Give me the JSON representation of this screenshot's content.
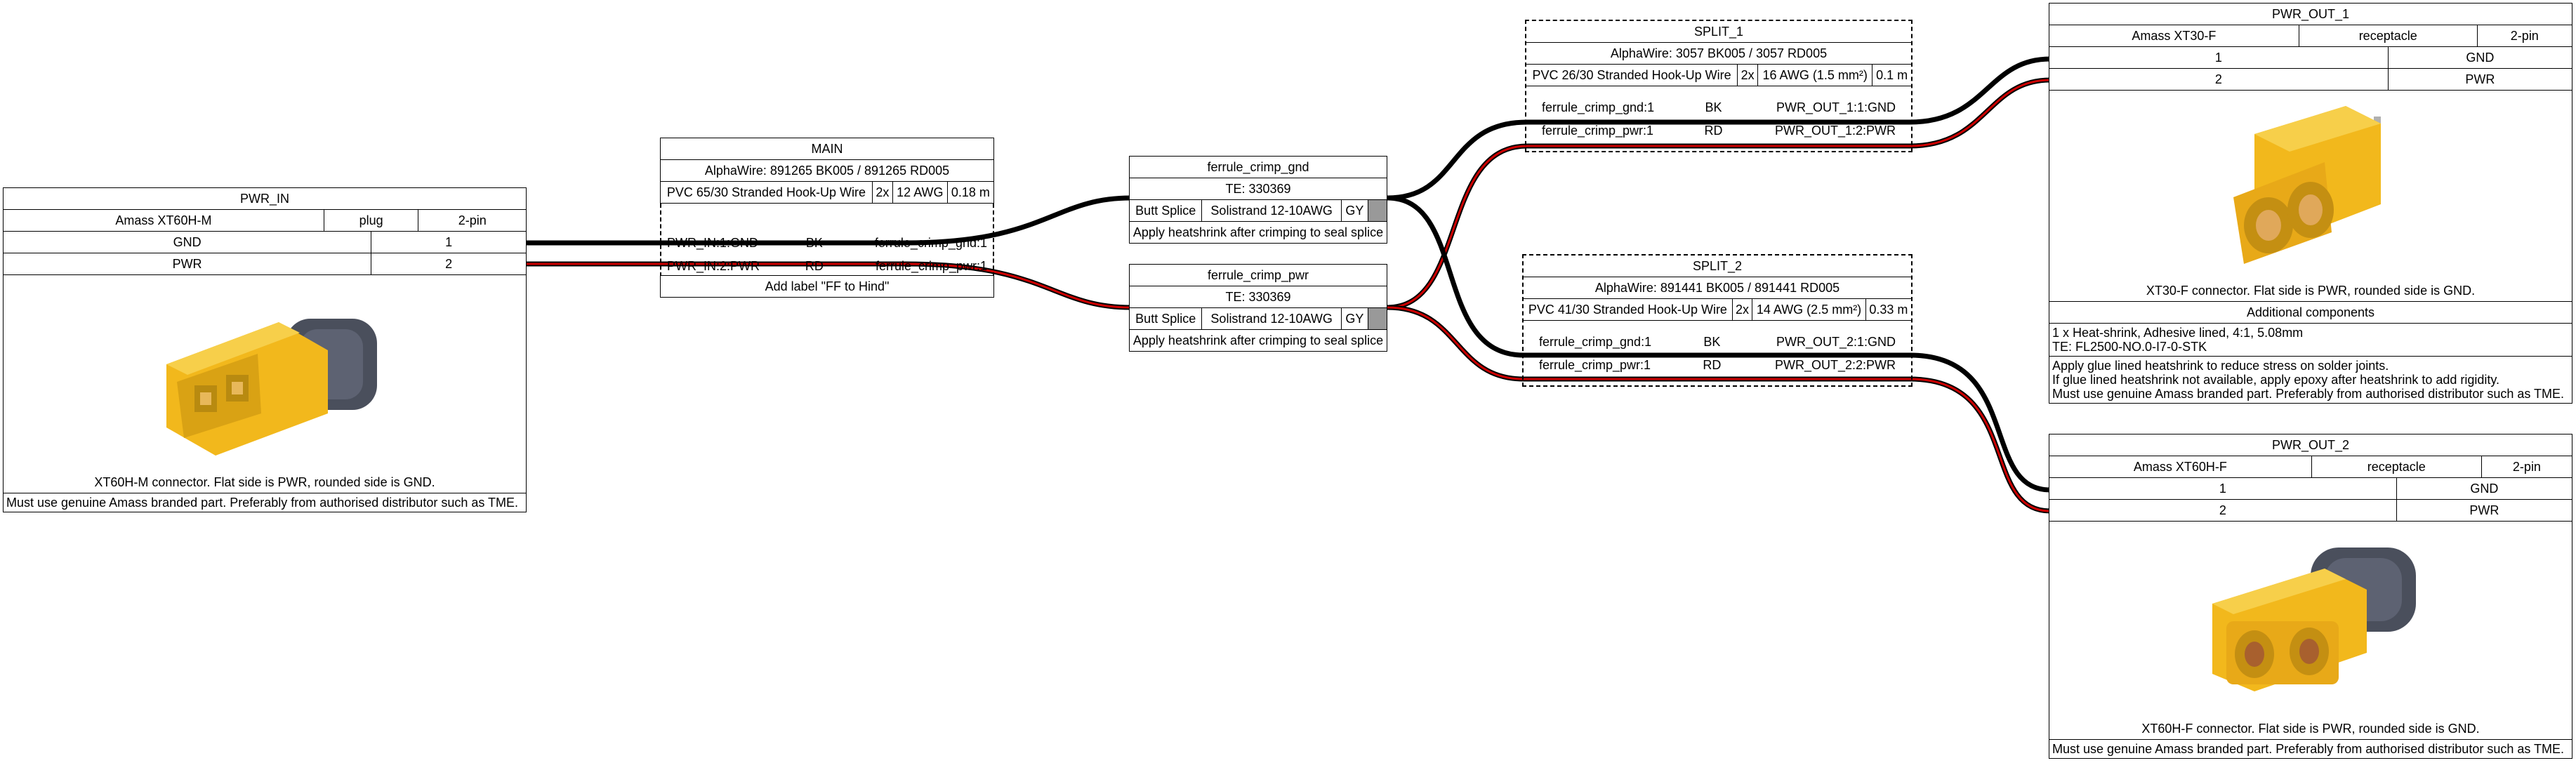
{
  "pwr_in": {
    "title": "PWR_IN",
    "part": "Amass XT60H-M",
    "type": "plug",
    "pins": "2-pin",
    "rows": [
      [
        "GND",
        "1"
      ],
      [
        "PWR",
        "2"
      ]
    ],
    "caption": "XT60H-M connector. Flat side is PWR, rounded side is GND.",
    "note": "Must use genuine Amass branded part. Preferably from authorised distributor such as TME."
  },
  "main": {
    "title": "MAIN",
    "mpn": "AlphaWire: 891265 BK005 / 891265 RD005",
    "spec": [
      "PVC 65/30 Stranded Hook-Up Wire",
      "2x",
      "12 AWG",
      "0.18 m"
    ],
    "wires": [
      [
        "PWR_IN:1:GND",
        "BK",
        "ferrule_crimp_gnd:1"
      ],
      [
        "PWR_IN:2:PWR",
        "RD",
        "ferrule_crimp_pwr:1"
      ]
    ],
    "label": "Add label \"FF to Hind\""
  },
  "crimp_gnd": {
    "title": "ferrule_crimp_gnd",
    "pn": "TE: 330369",
    "spec": [
      "Butt Splice",
      "Solistrand 12-10AWG",
      "GY"
    ],
    "note": "Apply heatshrink after crimping to seal splice"
  },
  "crimp_pwr": {
    "title": "ferrule_crimp_pwr",
    "pn": "TE: 330369",
    "spec": [
      "Butt Splice",
      "Solistrand 12-10AWG",
      "GY"
    ],
    "note": "Apply heatshrink after crimping to seal splice"
  },
  "split1": {
    "title": "SPLIT_1",
    "mpn": "AlphaWire: 3057 BK005 / 3057 RD005",
    "spec": [
      "PVC 26/30 Stranded Hook-Up Wire",
      "2x",
      "16 AWG (1.5 mm²)",
      "0.1 m"
    ],
    "wires": [
      [
        "ferrule_crimp_gnd:1",
        "BK",
        "PWR_OUT_1:1:GND"
      ],
      [
        "ferrule_crimp_pwr:1",
        "RD",
        "PWR_OUT_1:2:PWR"
      ]
    ]
  },
  "split2": {
    "title": "SPLIT_2",
    "mpn": "AlphaWire: 891441 BK005 / 891441 RD005",
    "spec": [
      "PVC 41/30 Stranded Hook-Up Wire",
      "2x",
      "14 AWG (2.5 mm²)",
      "0.33 m"
    ],
    "wires": [
      [
        "ferrule_crimp_gnd:1",
        "BK",
        "PWR_OUT_2:1:GND"
      ],
      [
        "ferrule_crimp_pwr:1",
        "RD",
        "PWR_OUT_2:2:PWR"
      ]
    ]
  },
  "pwr_out1": {
    "title": "PWR_OUT_1",
    "part": "Amass XT30-F",
    "type": "receptacle",
    "pins": "2-pin",
    "rows": [
      [
        "1",
        "GND"
      ],
      [
        "2",
        "PWR"
      ]
    ],
    "caption": "XT30-F connector. Flat side is PWR, rounded side is GND.",
    "additional_title": "Additional components",
    "additional_lines": [
      "1 x Heat-shrink, Adhesive lined, 4:1, 5.08mm",
      "TE: FL2500-NO.0-I7-0-STK"
    ],
    "notes": [
      "Apply glue lined heatshrink to reduce stress on solder joints.",
      "If glue lined heatshrink not available, apply epoxy after heatshrink to add rigidity.",
      "Must use genuine Amass branded part. Preferably from authorised distributor such as TME."
    ]
  },
  "pwr_out2": {
    "title": "PWR_OUT_2",
    "part": "Amass XT60H-F",
    "type": "receptacle",
    "pins": "2-pin",
    "rows": [
      [
        "1",
        "GND"
      ],
      [
        "2",
        "PWR"
      ]
    ],
    "caption": "XT60H-F connector. Flat side is PWR, rounded side is GND.",
    "note": "Must use genuine Amass branded part. Preferably from authorised distributor such as TME."
  },
  "colors": {
    "wire_black": "#000000",
    "wire_red": "#cc0000",
    "connector_yellow": "#f2b81c",
    "connector_gray": "#4a4f5c",
    "splice_gray": "#999999"
  }
}
